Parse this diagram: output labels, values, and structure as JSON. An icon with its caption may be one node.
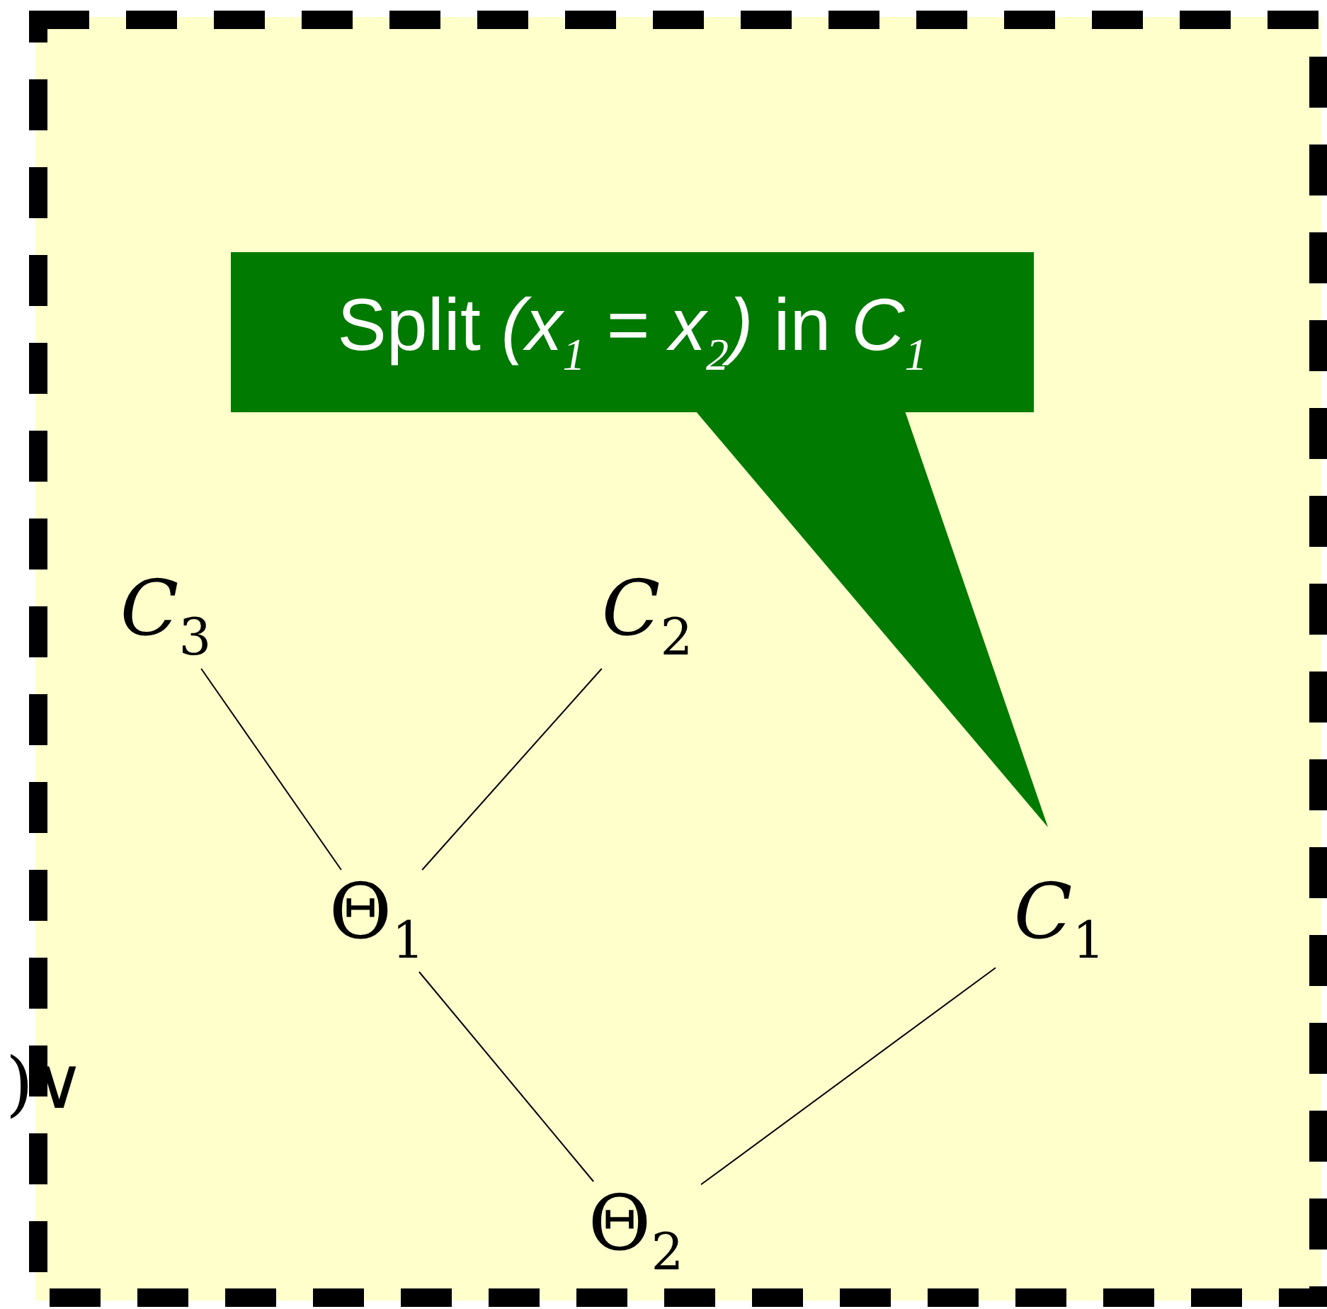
{
  "diagram": {
    "nodes": [
      {
        "text": [
          "Split *(x*$_{1}$ *= x*$_{2}$*)* in *C*$_{1}$"
        ]
      },
      {
        "text": [
          "*C*$_{3}$"
        ]
      },
      {
        "text": [
          "*C*$_{2}$"
        ]
      },
      {
        "text": [
          "Θ$_{1}$"
        ]
      },
      {
        "text": [
          "*C*$_{1}$"
        ]
      },
      {
        "text": [
          "Θ$_{2}$"
        ]
      }
    ],
    "edges": [
      {
        "from": 0,
        "to": 4,
        "arrow": "none",
        "color": "#007a00"
      },
      {
        "from": 1,
        "to": 3,
        "arrow": "none"
      },
      {
        "from": 2,
        "to": 3,
        "arrow": "none"
      },
      {
        "from": 3,
        "to": 5,
        "arrow": "none"
      },
      {
        "from": 4,
        "to": 5,
        "arrow": "none"
      }
    ],
    "labels": [
      ")∨"
    ]
  }
}
